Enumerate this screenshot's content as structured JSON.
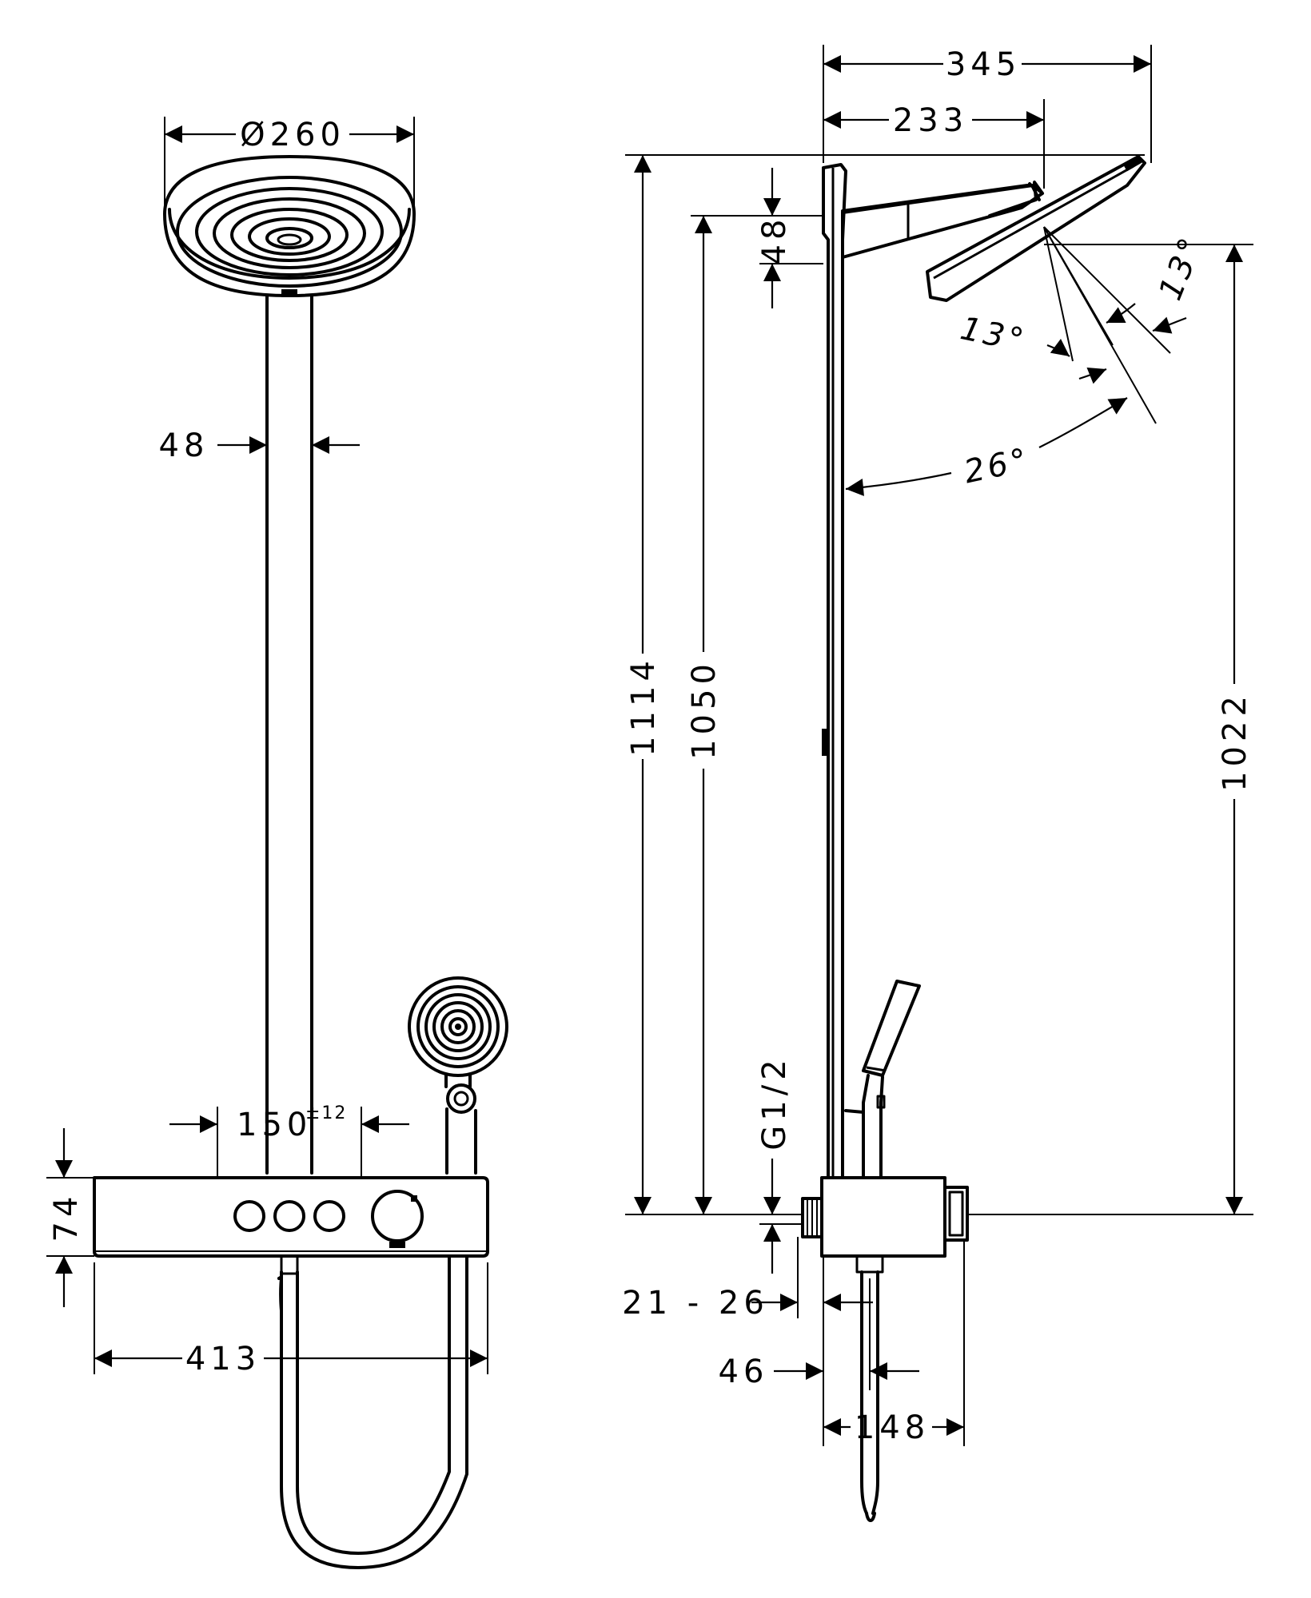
{
  "front_view": {
    "head_diameter": "Ø260",
    "pipe_width": "48",
    "spacing": "150",
    "spacing_tolerance": "±12",
    "thermostat_height": "74",
    "thermostat_width": "413"
  },
  "side_view": {
    "total_reach": "345",
    "arm_reach": "233",
    "top_offset": "48",
    "total_height": "1114",
    "pipe_height": "1050",
    "head_height": "1022",
    "connection_thread": "G1/2",
    "wall_distance": "21 - 26",
    "pipe_depth": "46",
    "thermostat_depth": "148",
    "angle_tilt": "26°",
    "angle_left": "13°",
    "angle_right": "13°"
  }
}
